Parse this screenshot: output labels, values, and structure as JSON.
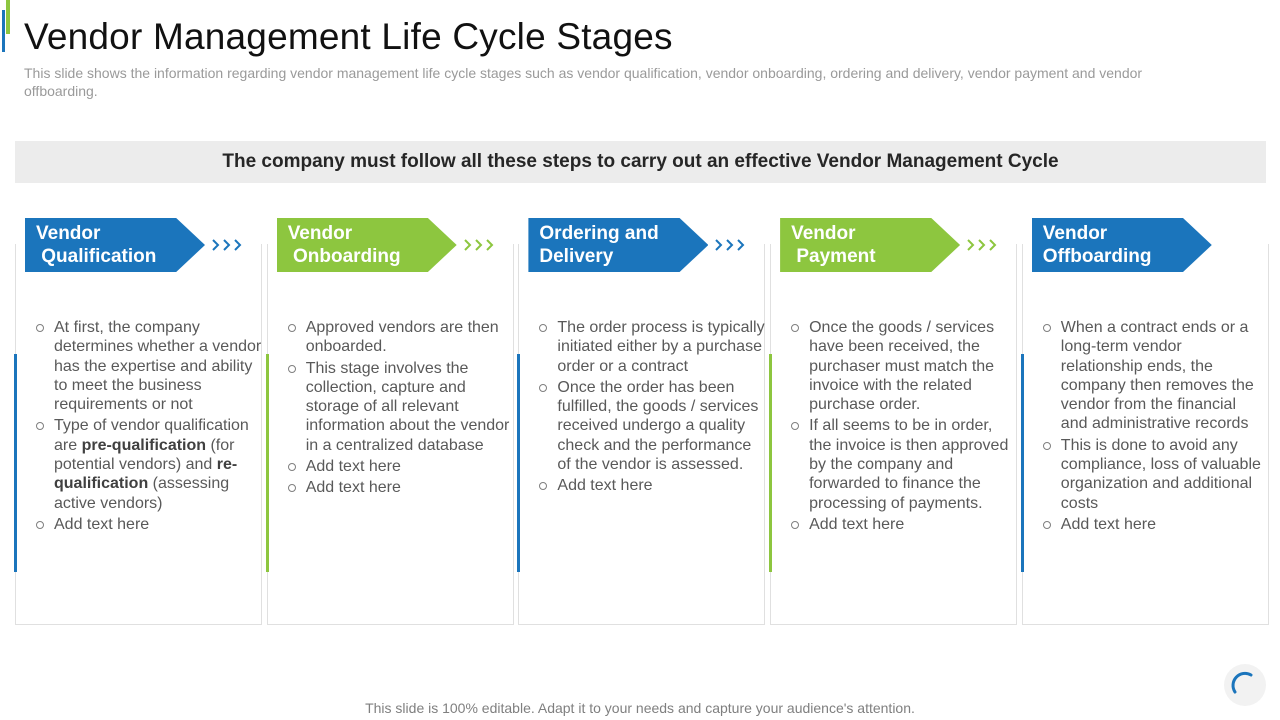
{
  "title": "Vendor Management Life Cycle Stages",
  "subtitle": "This slide shows the information regarding vendor management life cycle stages such as vendor qualification, vendor onboarding, ordering and delivery, vendor payment and vendor offboarding.",
  "banner": "The company must follow all these steps to carry out an effective Vendor Management Cycle",
  "colors": {
    "blue": "#1b75bc",
    "green": "#8dc63f",
    "banner_bg": "#ececec"
  },
  "stages": [
    {
      "title": "Vendor\n Qualification",
      "color": "blue",
      "points": [
        [
          {
            "t": "At first, the company determines whether a vendor has the expertise and ability to meet the business requirements or not"
          }
        ],
        [
          {
            "t": "Type of vendor qualification are "
          },
          {
            "t": "pre-qualification",
            "b": true
          },
          {
            "t": " (for potential vendors) and "
          },
          {
            "t": "re-qualification",
            "b": true
          },
          {
            "t": " (assessing active vendors)"
          }
        ],
        [
          {
            "t": "Add text here"
          }
        ]
      ]
    },
    {
      "title": "Vendor\n Onboarding",
      "color": "green",
      "points": [
        [
          {
            "t": "Approved vendors are then onboarded."
          }
        ],
        [
          {
            "t": "This stage involves the collection, capture and storage of all relevant information about the vendor in a centralized database"
          }
        ],
        [
          {
            "t": "Add text here"
          }
        ],
        [
          {
            "t": "Add text here"
          }
        ]
      ]
    },
    {
      "title": "Ordering and\nDelivery",
      "color": "blue",
      "points": [
        [
          {
            "t": "The order process is typically initiated either by a purchase order or a contract"
          }
        ],
        [
          {
            "t": "Once the order has been fulfilled, the goods / services received undergo a quality check and the performance of the vendor is assessed."
          }
        ],
        [
          {
            "t": "Add text here"
          }
        ]
      ]
    },
    {
      "title": "Vendor\n Payment",
      "color": "green",
      "points": [
        [
          {
            "t": "Once the goods / services have been received, the purchaser must match the invoice with the related purchase order."
          }
        ],
        [
          {
            "t": "If all seems to be in order, the invoice is then approved by the company and forwarded to finance the processing of payments."
          }
        ],
        [
          {
            "t": "Add text here"
          }
        ]
      ]
    },
    {
      "title": "Vendor\nOffboarding",
      "color": "blue",
      "points": [
        [
          {
            "t": "When a contract ends or a long-term vendor relationship ends, the company then removes the vendor from the financial and administrative records"
          }
        ],
        [
          {
            "t": "This is done to avoid any compliance, loss of valuable organization and additional costs"
          }
        ],
        [
          {
            "t": "Add text here"
          }
        ]
      ]
    }
  ],
  "footer": "This slide is 100% editable. Adapt it to your needs and capture your audience's attention."
}
